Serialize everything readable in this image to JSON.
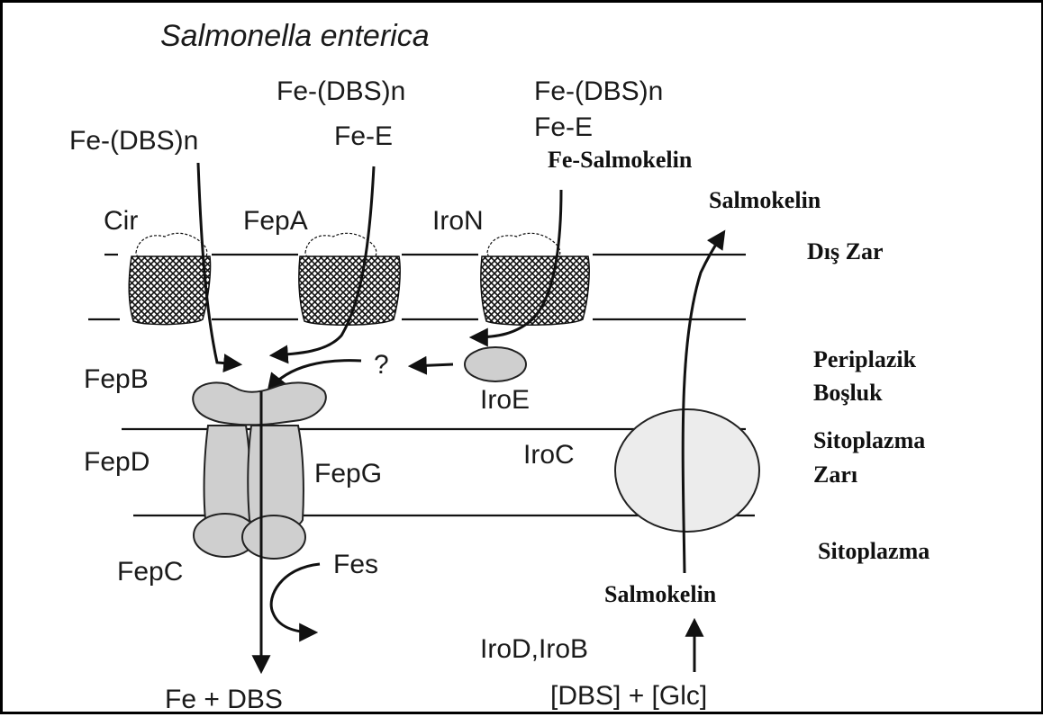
{
  "organism": "Salmonella enterica",
  "inputs": {
    "cir": "Fe-(DBS)n",
    "fepa": [
      "Fe-(DBS)n",
      "Fe-E"
    ],
    "iron": [
      "Fe-(DBS)n",
      "Fe-E",
      "Fe-Salmokelin"
    ]
  },
  "porins": [
    "Cir",
    "FepA",
    "IroN"
  ],
  "periplasm_proteins": {
    "fepb": "FepB",
    "iroe": "IroE",
    "unknown": "?"
  },
  "inner_membrane_proteins": {
    "fepd": "FepD",
    "fepg": "FepG",
    "fepc": "FepC",
    "iroc": "IroC"
  },
  "cytoplasm": {
    "fes": "Fes",
    "product": "Fe + DBS"
  },
  "export": {
    "secreted": "Salmokelin",
    "intracellular": "Salmokelin",
    "enzymes": "IroD,IroB",
    "substrates": "[DBS] + [Glc]"
  },
  "compartments": {
    "outer_membrane": "Dış Zar",
    "periplasm": [
      "Periplazik",
      "Boşluk"
    ],
    "inner_membrane": [
      "Sitoplazma",
      "Zarı"
    ],
    "cytoplasm": "Sitoplazma"
  },
  "colors": {
    "ink": "#111111",
    "protein_fill": "#cfcfcf",
    "background": "#ffffff"
  }
}
